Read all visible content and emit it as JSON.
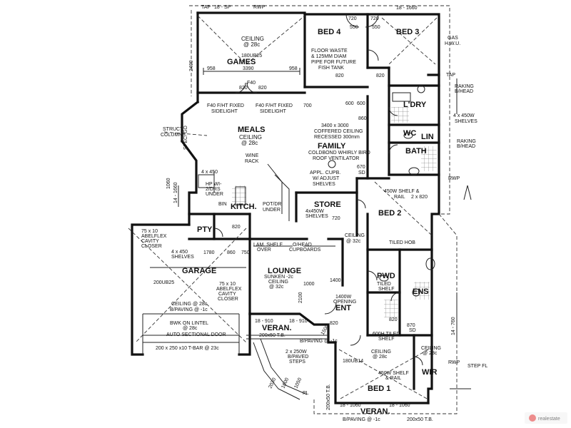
{
  "rooms": {
    "games": "GAMES",
    "bed4": "BED 4",
    "bed3": "BED 3",
    "meals": "MEALS",
    "family": "FAMILY",
    "kitch": "KITCH.",
    "store": "STORE",
    "bed2": "BED 2",
    "garage": "GARAGE",
    "lounge": "LOUNGE",
    "ldry": "L'DRY",
    "lin": "LIN",
    "bath": "BATH",
    "wc": "WC",
    "ens": "ENS",
    "pwd": "PWD",
    "ent": "ENT",
    "bed1": "BED 1",
    "wir": "WIR",
    "pty": "PTY",
    "veran_front": "VERAN.",
    "veran_bottom": "VERAN."
  },
  "notes": {
    "tap_top": "TAP",
    "sp_top": "18 - SP",
    "rwp_top": "RWP",
    "dim_top_right": "18 - 1660",
    "dim_720_a": "720",
    "dim_720_b": "720",
    "dim_550_a": "550",
    "dim_550_b": "550",
    "gas": "GAS",
    "hwu": "H.W.U.",
    "ceiling_games": "CEILING",
    "ceiling_games_2": "@ 28c",
    "beam_games": "180UB25",
    "dim_958_a": "958",
    "dim_3390": "3390",
    "dim_958_b": "958",
    "floor_waste_1": "FLOOR WASTE",
    "floor_waste_2": "& 125MM DIAM",
    "floor_waste_3": "PIPE FOR FUTURE",
    "floor_waste_4": "FISH TANK",
    "dim_820_a": "820",
    "dim_820_b": "820",
    "dim_820_c": "820",
    "dim_820_d": "820",
    "f40": "F40",
    "f40_fixed_1": "F40 F/HT FIXED",
    "f40_fixed_1b": "SIDELIGHT",
    "f40_fixed_2": "F40 F/HT FIXED",
    "f40_fixed_2b": "SIDELIGHT",
    "struct_1": "STRUCT.",
    "struct_2": "COLUMNS",
    "ceiling_meals": "CEILING",
    "ceiling_meals_2": "@ 28c",
    "tap_right": "TAP",
    "raking_1": "RAKING",
    "raking_1b": "B/HEAD",
    "shelves_1": "4 x 450W",
    "shelves_1b": "SHELVES",
    "raking_2": "RAKING",
    "raking_2b": "B/HEAD",
    "coffered_1": "3400 x 3000",
    "coffered_2": "COFFERED CEILING",
    "coffered_3": "RECESSED 300mm",
    "whirly_1": "COLDBOND WHIRLY BIRD",
    "whirly_2": "ROOF VENTILATOR",
    "dim_600_a": "600",
    "dim_600_b": "600",
    "dim_860": "860",
    "dim_700": "700",
    "dim_670": "670",
    "sd": "SD",
    "wine_1": "WINE",
    "wine_2": "RACK",
    "appl_1": "APPL. CUPB.",
    "appl_2": "W/ ADJUST",
    "appl_3": "SHELVES",
    "shelves_2": "4x450W",
    "shelves_2b": "SHELVES",
    "hp_1": "HP WI-",
    "hp_2": "2/DRS",
    "hp_3": "UNDER",
    "bin": "BIN",
    "potdr_1": "POT/DR",
    "potdr_2": "UNDER",
    "dim_820_kitch": "820",
    "dim_720_store": "720",
    "rwp_right": "RWP",
    "shelf_rail_1": "450W SHELF &",
    "shelf_rail_1b": "RAIL",
    "dim_2x820": "2 x 820",
    "abelflex_1": "75 x 10",
    "abelflex_2": "ABELFLEX",
    "abelflex_3": "CAVITY",
    "abelflex_4": "CLOSER",
    "shelves_3": "4 x 450",
    "shelves_3b": "SHELVES",
    "dim_1780": "1780",
    "dim_860_b": "860",
    "dim_750": "750",
    "lam_shelf_1": "LAM. SHELF",
    "lam_shelf_2": "OVER",
    "ohead_1": "O/HEAD",
    "ohead_2": "CUPBOARDS",
    "ceiling_lounge_b": "CEILING",
    "ceiling_lounge_b2": "@ 32c",
    "tiled_hob": "TILED HOB",
    "sunken_1": "SUNKEN -2c",
    "sunken_2": "CEILING",
    "sunken_3": "@ 32c",
    "beam_garage": "200UB25",
    "abelflex_g1": "75 x 10",
    "abelflex_g2": "ABELFLEX",
    "abelflex_g3": "CAVITY",
    "abelflex_g4": "CLOSER",
    "ceiling_garage_1": "CEILING @ 28c",
    "ceiling_garage_2": "B/PAVING @ -1c",
    "opening_1": "1400W",
    "opening_2": "OPENING",
    "tiled_shelf_1": "TILED",
    "tiled_shelf_2": "SHELF",
    "bwk_1": "BWK ON LINTEL",
    "bwk_2": "@ 28c",
    "auto_door": "AUTO SECTIONAL DOOR",
    "tbar": "200 x 250 x10 T-BAR @ 23c",
    "dim_18910_a": "18 - 910",
    "dim_18910_b": "18 - 910",
    "tb_front": "200x50 T.B.",
    "dim_1400": "1400",
    "dim_1000": "1000",
    "dim_820_ent": "820",
    "dim_820_ens": "820",
    "dim_870": "870",
    "sd_2": "SD",
    "shelf_600": "600H TILED",
    "shelf_600b": "SHELF",
    "bpaving_mid": "B/PAVING @ -1c",
    "steps_1": "2 x 250W",
    "steps_2": "B/PAVED",
    "steps_3": "STEPS",
    "ceiling_bed1": "CEILING",
    "ceiling_bed1_2": "@ 28c",
    "beam_bed1": "180UB14",
    "ceiling_wir": "CEILING",
    "ceiling_wir_2": "@ 28c",
    "shelf_rail_2": "450W SHELF",
    "shelf_rail_2b": "& RAIL",
    "rwp_bottom": "RWP",
    "step_fl": "STEP FL",
    "pl": "PL",
    "dim_bottom_a": "18 - 1060",
    "dim_bottom_b": "18 - 1060",
    "bpaving_bottom": "B/PAVING @ -1c",
    "tb_bottom": "200x50 T.B.",
    "tb_side": "200x50 T.B.",
    "spec_top": "SPEC. GO",
    "dim_14_760": "14 - 760",
    "dim_14_1660": "14 - 1660",
    "dim_1060": "1060",
    "dim_2030": "2030",
    "dim_1600": "1600",
    "dim_1050": "1050",
    "dim_2400": "2400",
    "dim_2100": "2100",
    "dim_1500": "1500"
  },
  "watermark": "realestate"
}
